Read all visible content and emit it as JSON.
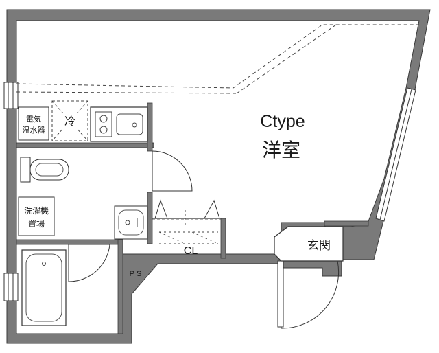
{
  "rooms": {
    "type_label": "Ctype",
    "main_room": "洋室",
    "water_heater_line1": "電気",
    "water_heater_line2": "温水器",
    "fridge": "冷",
    "washer_line1": "洗濯機",
    "washer_line2": "置場",
    "closet": "CL",
    "entrance": "玄関",
    "pipe_space": "PS"
  },
  "colors": {
    "wall": "#7a7a7a",
    "wall_edge": "#3a3a3a",
    "line": "#333333",
    "fixture": "#555555",
    "background": "#ffffff"
  }
}
